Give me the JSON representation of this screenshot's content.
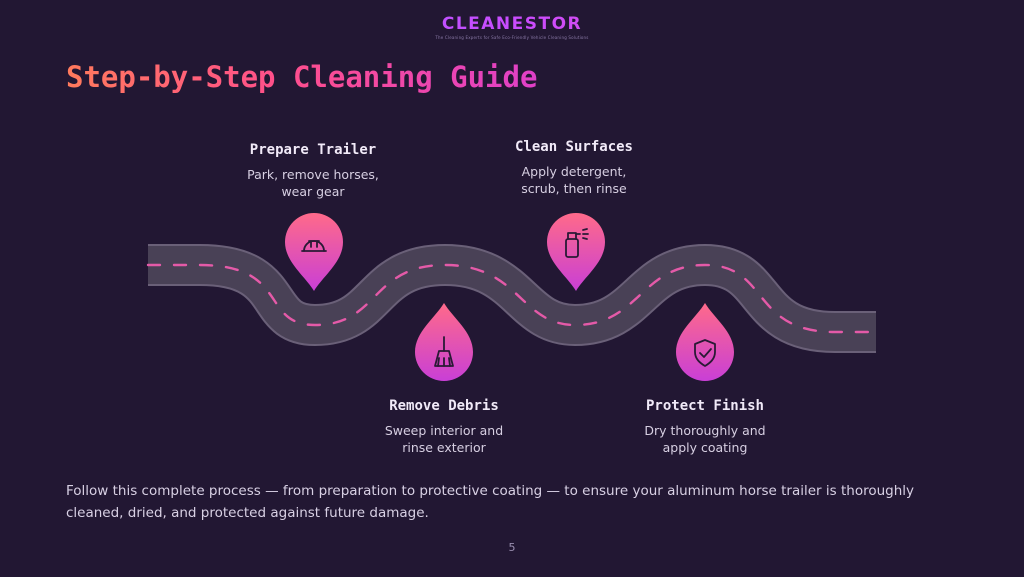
{
  "brand": {
    "name": "CLEANESTOR",
    "tagline": "The Cleaning Experts for Safe Eco-Friendly Vehicle Cleaning Solutions"
  },
  "slide": {
    "title": "Step-by-Step Cleaning Guide",
    "page_number": "5"
  },
  "steps": [
    {
      "title": "Prepare Trailer",
      "desc_line1": "Park, remove horses,",
      "desc_line2": "wear gear",
      "icon": "hard-hat-icon"
    },
    {
      "title": "Remove Debris",
      "desc_line1": "Sweep interior and",
      "desc_line2": "rinse exterior",
      "icon": "broom-icon"
    },
    {
      "title": "Clean Surfaces",
      "desc_line1": "Apply detergent,",
      "desc_line2": "scrub, then rinse",
      "icon": "spray-bottle-icon"
    },
    {
      "title": "Protect Finish",
      "desc_line1": "Dry thoroughly and",
      "desc_line2": "apply coating",
      "icon": "shield-check-icon"
    }
  ],
  "footer": {
    "text": "Follow this complete process — from preparation to protective coating — to ensure your aluminum horse trailer is thoroughly cleaned, dried, and protected against future damage."
  },
  "colors": {
    "background": "#221733",
    "road": "#4a4257",
    "road_edge": "#6a6078",
    "lane_dash": "#e45aa8",
    "pin_top": "#ff6a8a",
    "pin_bottom": "#c93fd6"
  }
}
